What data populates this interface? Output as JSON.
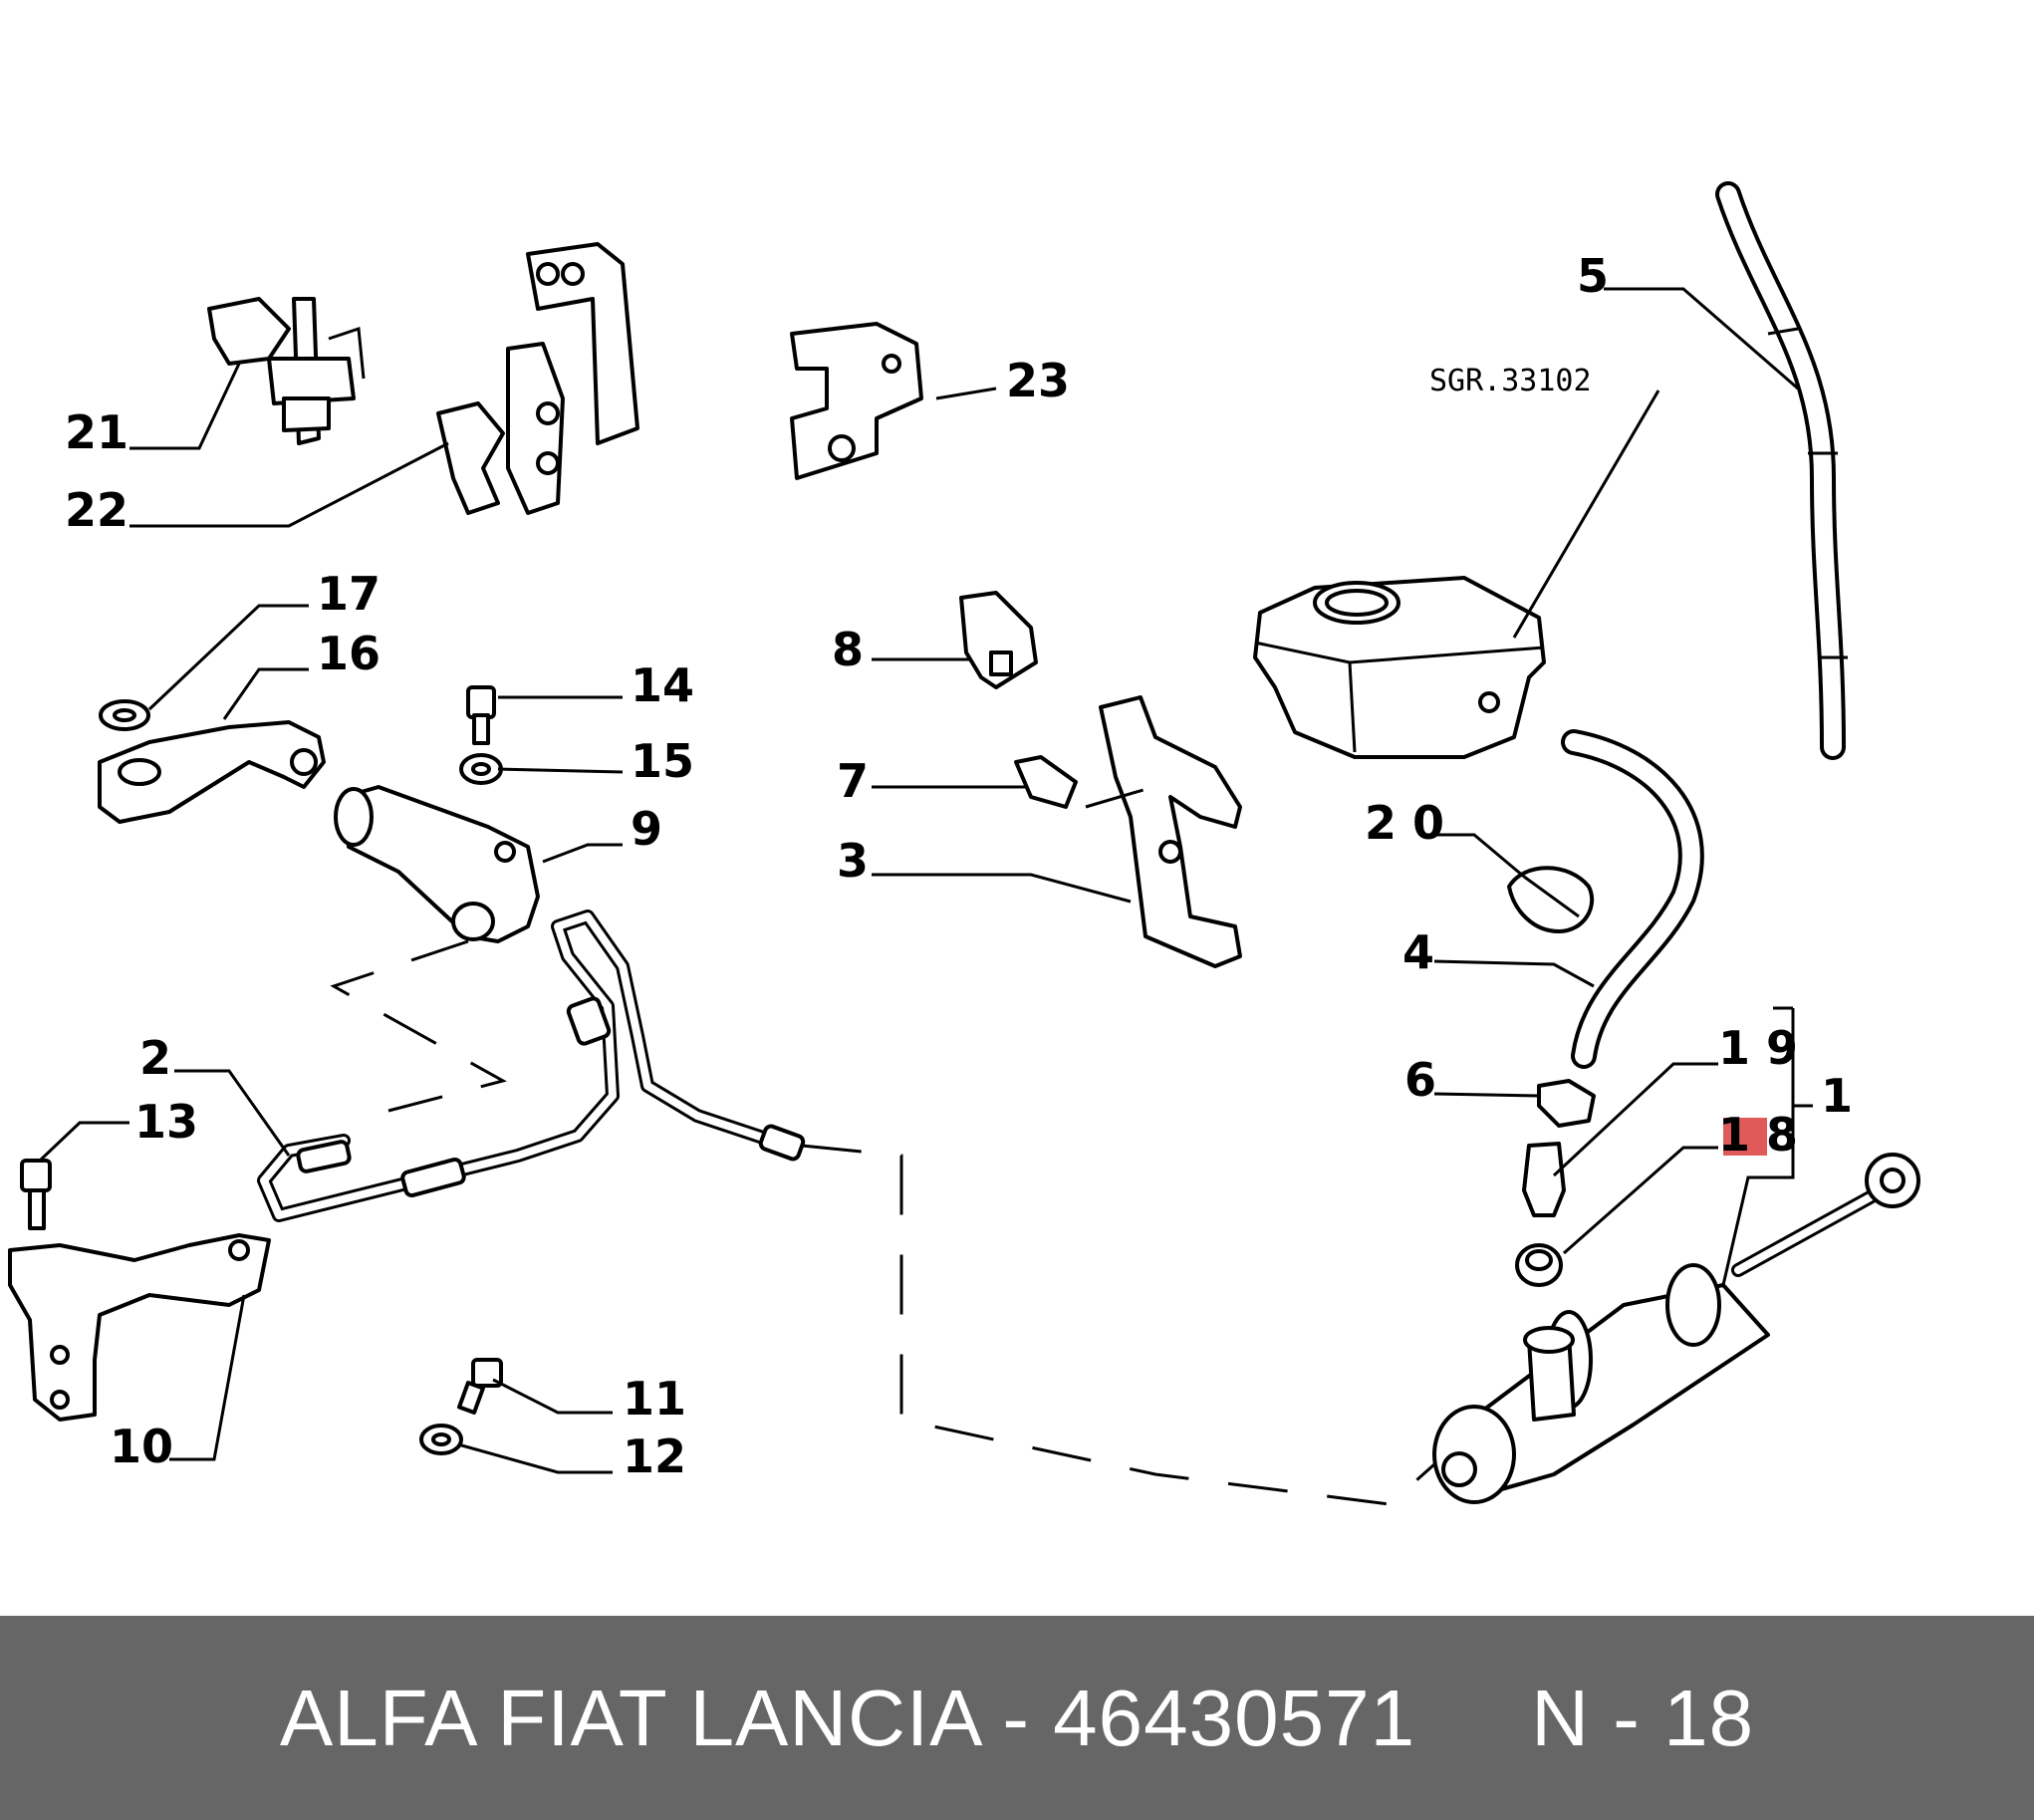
{
  "diagram": {
    "reference": "SGR.33102",
    "highlight_color": "#e05a5a",
    "callouts": {
      "c1": "1",
      "c2": "2",
      "c3": "3",
      "c4": "4",
      "c5": "5",
      "c6": "6",
      "c7": "7",
      "c8": "8",
      "c9": "9",
      "c10": "10",
      "c11": "11",
      "c12": "12",
      "c13": "13",
      "c14": "14",
      "c15": "15",
      "c16": "16",
      "c17": "17",
      "c18": "1 8",
      "c19": "1 9",
      "c20": "2 0",
      "c21": "21",
      "c22": "22",
      "c23": "23"
    }
  },
  "footer": {
    "text": "ALFA FIAT LANCIA - 46430571     N - 18",
    "background": "#666666"
  }
}
